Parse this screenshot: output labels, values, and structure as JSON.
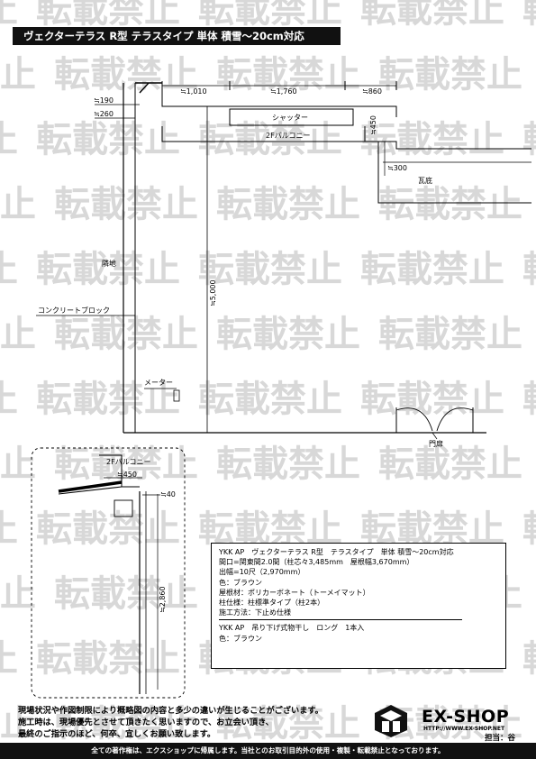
{
  "title": "ヴェクターテラス R型 テラスタイプ 単体 積雪～20cm対応",
  "watermark": "転載禁止",
  "drawing": {
    "dims_top": [
      "≒1,010",
      "≒1,760",
      "≒860"
    ],
    "dim_190": "≒190",
    "dim_260": "≒260",
    "shutter": "シャッター",
    "balcony": "2Fバルコニー",
    "dim_450": "≒450",
    "dim_300": "≒300",
    "kawara": "瓦底",
    "rinchi": "隣地",
    "block": "コンクリートブロック",
    "height": "≒5,000",
    "meter": "メーター",
    "mon": "門扉"
  },
  "detail": {
    "balcony": "2Fバルコニー",
    "dim_450": "≒450",
    "dim_40": "≒40",
    "dim_2860": "≒2,860"
  },
  "spec": {
    "lines": [
      "YKK AP　ヴェクターテラス R型　テラスタイプ　単体 積雪～20cm対応",
      "間口=関東間2.0間（柱芯々3,485mm　屋根幅3,670mm）",
      "出幅=10尺（2,970mm）",
      "色：ブラウン",
      "屋根材：ポリカーボネート（トーメイマット）",
      "柱仕様：柱標準タイプ（柱2本）",
      "施工方法：下止め仕様"
    ],
    "lines2": [
      "YKK AP　吊り下げ式物干し　ロング　1本入",
      "色：ブラウン"
    ]
  },
  "notes": [
    "現場状況や作図制限により概略図の内容と多少の違いが生じることがございます。",
    "施工時は、現場優先とさせて頂きたく思いますので、お立会い頂き、",
    "最終のご指示のほど、何卒、宜しくお願い致します。"
  ],
  "footer": "全ての著作権は、エクスショップに帰属します。当社とのお取引目的外の使用・複製・転載禁止となっております。",
  "logo": {
    "name": "EX-SHOP",
    "url": "HTTP://WWW.EX-SHOP.NET",
    "tanto": "担当：谷"
  }
}
